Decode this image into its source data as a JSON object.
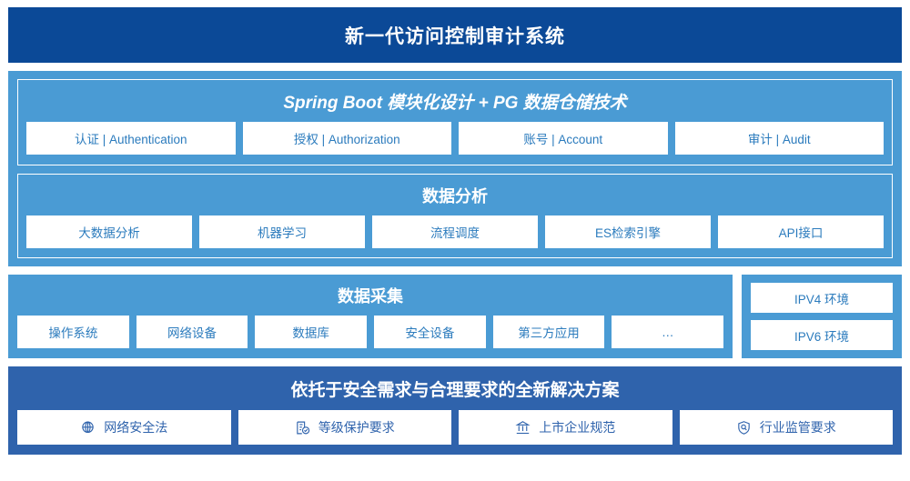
{
  "header": {
    "title": "新一代访问控制审计系统"
  },
  "platform": {
    "panels": [
      {
        "heading": "Spring Boot 模块化设计 + PG 数据仓储技术",
        "items": [
          "认证 | Authentication",
          "授权 | Authorization",
          "账号 | Account",
          "审计 | Audit"
        ]
      },
      {
        "heading": "数据分析",
        "items": [
          "大数据分析",
          "机器学习",
          "流程调度",
          "ES检索引擎",
          "API接口"
        ]
      }
    ]
  },
  "collection": {
    "heading": "数据采集",
    "items": [
      "操作系统",
      "网络设备",
      "数据库",
      "安全设备",
      "第三方应用",
      "…"
    ]
  },
  "environment": {
    "items": [
      "IPV4 环境",
      "IPV6 环境"
    ]
  },
  "solution": {
    "heading": "依托于安全需求与合理要求的全新解决方案",
    "items": [
      {
        "label": "网络安全法",
        "icon": "globe-icon"
      },
      {
        "label": "等级保护要求",
        "icon": "document-check-icon"
      },
      {
        "label": "上市企业规范",
        "icon": "bank-icon"
      },
      {
        "label": "行业监管要求",
        "icon": "shield-search-icon"
      }
    ]
  },
  "colors": {
    "header_navy": "#0b4997",
    "platform_blue": "#4a9bd4",
    "solution_blue": "#2f63ac",
    "box_white": "#ffffff",
    "box_text_blue": "#2b7bbd"
  }
}
